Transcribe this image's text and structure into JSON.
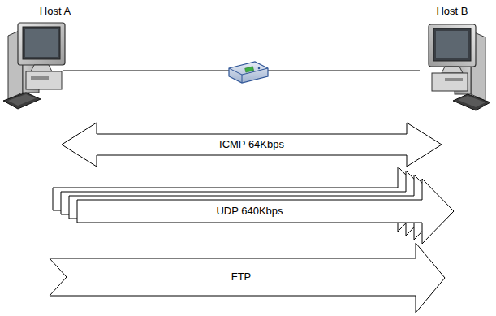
{
  "diagram": {
    "nodes": [
      {
        "text": [
          "Host A"
        ]
      },
      {
        "text": [
          "Host B"
        ]
      },
      {
        "text": [
          "ICMP 64Kbps"
        ]
      },
      {
        "text": [
          "UDP 640Kbps"
        ]
      },
      {
        "text": [
          "FTP"
        ]
      }
    ],
    "edges": [
      {
        "from": 0,
        "to": 1,
        "arrow": "none"
      }
    ]
  }
}
